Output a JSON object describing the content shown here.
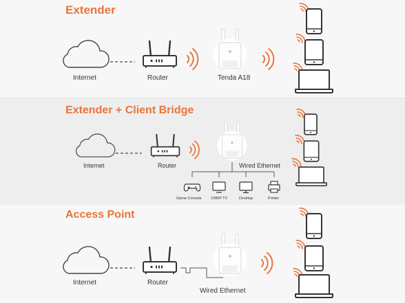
{
  "colors": {
    "accent": "#e8753b",
    "panel_bg": "#f7f7f7",
    "panel_bg_mid": "#eeeeee",
    "line": "#444444",
    "device_outline": "#3a3a3a",
    "extender_body": "#ffffff"
  },
  "sections": [
    {
      "title": "Extender",
      "labels": {
        "internet": "Internet",
        "router": "Router",
        "extender": "Tenda A18"
      }
    },
    {
      "title": "Extender + Client Bridge",
      "labels": {
        "internet": "Internet",
        "router": "Router",
        "wired": "Wired Ethernet",
        "devices": [
          "Game Console",
          "1080P TV",
          "Desktop",
          "Printer"
        ]
      }
    },
    {
      "title": "Access Point",
      "labels": {
        "internet": "Internet",
        "router": "Router",
        "wired": "Wired Ethernet"
      }
    }
  ],
  "icons": {
    "cloud": "cloud-icon",
    "router": "router-icon",
    "extender": "extender-icon",
    "wifi": "wifi-waves-icon",
    "phone": "phone-icon",
    "tablet": "tablet-icon",
    "laptop": "laptop-icon",
    "game_console": "gamepad-icon",
    "tv": "tv-icon",
    "desktop": "desktop-icon",
    "printer": "printer-icon"
  }
}
